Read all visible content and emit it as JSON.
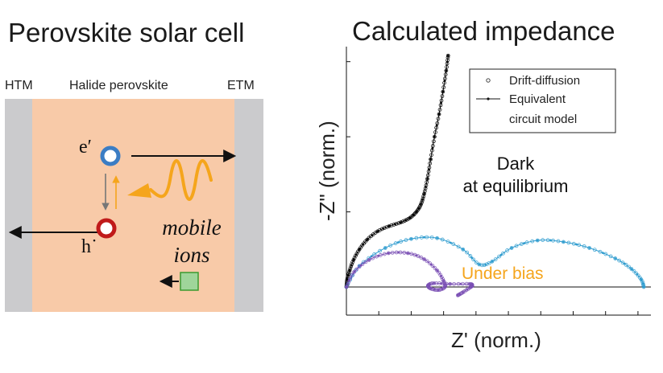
{
  "left_panel": {
    "title": "Perovskite solar cell",
    "htm_label": "HTM",
    "perovskite_label": "Halide perovskite",
    "etm_label": "ETM",
    "electron_label": "e′",
    "hole_label": "h˙",
    "mobile_ions_line1": "mobile",
    "mobile_ions_line2": "ions",
    "colors": {
      "electrode": "#cbcbcd",
      "perovskite": "#f8caa8",
      "electron": "#3b7dc4",
      "hole": "#c01a1a",
      "light": "#f5a51c",
      "ion": "#9fd59a"
    }
  },
  "right_panel": {
    "title": "Calculated impedance",
    "xlabel": "Z' (norm.)",
    "ylabel": "-Z\" (norm.)",
    "legend": {
      "entry1": "Drift-diffusion",
      "entry2_line1": "Equivalent",
      "entry2_line2": "circuit model"
    },
    "annotation_dark_line1": "Dark",
    "annotation_dark_line2": "at equilibrium",
    "annotation_bias": "Under bias"
  },
  "chart_data": {
    "type": "scatter",
    "title": "Calculated impedance",
    "xlabel": "Z' (norm.)",
    "ylabel": "-Z\" (norm.)",
    "xlim": [
      0,
      4.7
    ],
    "ylim": [
      -0.15,
      3.2
    ],
    "series": [
      {
        "name": "Drift-diffusion",
        "condition": "Dark at equilibrium",
        "color": "#000000",
        "x": [
          0.0,
          0.012,
          0.05,
          0.11,
          0.2,
          0.32,
          0.48,
          0.66,
          0.84,
          0.98,
          1.08,
          1.15,
          1.2,
          1.25,
          1.3,
          1.36,
          1.43,
          1.49,
          1.54,
          1.57
        ],
        "y": [
          0.0,
          0.1,
          0.22,
          0.36,
          0.5,
          0.63,
          0.74,
          0.81,
          0.86,
          0.92,
          1.0,
          1.1,
          1.24,
          1.44,
          1.7,
          2.0,
          2.3,
          2.6,
          2.88,
          3.08
        ]
      },
      {
        "name": "Equivalent circuit model",
        "condition": "Dark at equilibrium",
        "color": "#000000",
        "x": [
          0.0,
          0.012,
          0.05,
          0.11,
          0.2,
          0.32,
          0.48,
          0.66,
          0.84,
          0.98,
          1.08,
          1.15,
          1.2,
          1.25,
          1.3,
          1.36,
          1.43,
          1.49,
          1.54,
          1.57
        ],
        "y": [
          0.0,
          0.1,
          0.22,
          0.36,
          0.5,
          0.63,
          0.74,
          0.81,
          0.86,
          0.92,
          1.0,
          1.1,
          1.24,
          1.44,
          1.7,
          2.0,
          2.3,
          2.6,
          2.88,
          3.08
        ]
      },
      {
        "name": "Drift-diffusion",
        "condition": "Under bias",
        "color": "#2e9ccf",
        "x": [
          0.0,
          0.2,
          0.6,
          1.0,
          1.4,
          1.8,
          2.05,
          2.25,
          2.55,
          2.95,
          3.35,
          3.75,
          4.15,
          4.4,
          4.55,
          4.59
        ],
        "y": [
          0.0,
          0.28,
          0.52,
          0.64,
          0.65,
          0.5,
          0.3,
          0.34,
          0.52,
          0.62,
          0.6,
          0.52,
          0.38,
          0.24,
          0.1,
          0.0
        ]
      },
      {
        "name": "Equivalent circuit model",
        "condition": "Under bias",
        "color": "#2e9ccf",
        "x": [
          0.0,
          0.2,
          0.6,
          1.0,
          1.4,
          1.8,
          2.05,
          2.25,
          2.55,
          2.95,
          3.35,
          3.75,
          4.15,
          4.4,
          4.55,
          4.59
        ],
        "y": [
          0.0,
          0.28,
          0.52,
          0.64,
          0.65,
          0.5,
          0.3,
          0.34,
          0.52,
          0.62,
          0.6,
          0.52,
          0.38,
          0.24,
          0.1,
          0.0
        ]
      },
      {
        "name": "Drift-diffusion",
        "condition": "Under bias",
        "color": "#7a4fb4",
        "x": [
          0.0,
          0.12,
          0.35,
          0.65,
          0.95,
          1.2,
          1.4,
          1.5,
          1.52,
          1.42,
          1.3,
          1.26,
          1.35,
          1.6,
          1.9,
          1.94,
          1.92,
          1.8,
          1.72
        ],
        "y": [
          0.0,
          0.2,
          0.36,
          0.45,
          0.45,
          0.37,
          0.22,
          0.08,
          0.0,
          -0.04,
          -0.02,
          0.02,
          0.05,
          0.04,
          0.04,
          0.02,
          0.0,
          -0.07,
          -0.11
        ]
      },
      {
        "name": "Equivalent circuit model",
        "condition": "Under bias",
        "color": "#7a4fb4",
        "x": [
          0.0,
          0.12,
          0.35,
          0.65,
          0.95,
          1.2,
          1.4,
          1.5,
          1.52,
          1.42,
          1.3,
          1.26,
          1.35,
          1.6,
          1.9,
          1.94,
          1.92,
          1.8,
          1.72
        ],
        "y": [
          0.0,
          0.2,
          0.36,
          0.45,
          0.45,
          0.37,
          0.22,
          0.08,
          0.0,
          -0.04,
          -0.02,
          0.02,
          0.05,
          0.04,
          0.04,
          0.02,
          0.0,
          -0.07,
          -0.11
        ]
      }
    ],
    "grid": false,
    "legend_position": "top-right"
  }
}
